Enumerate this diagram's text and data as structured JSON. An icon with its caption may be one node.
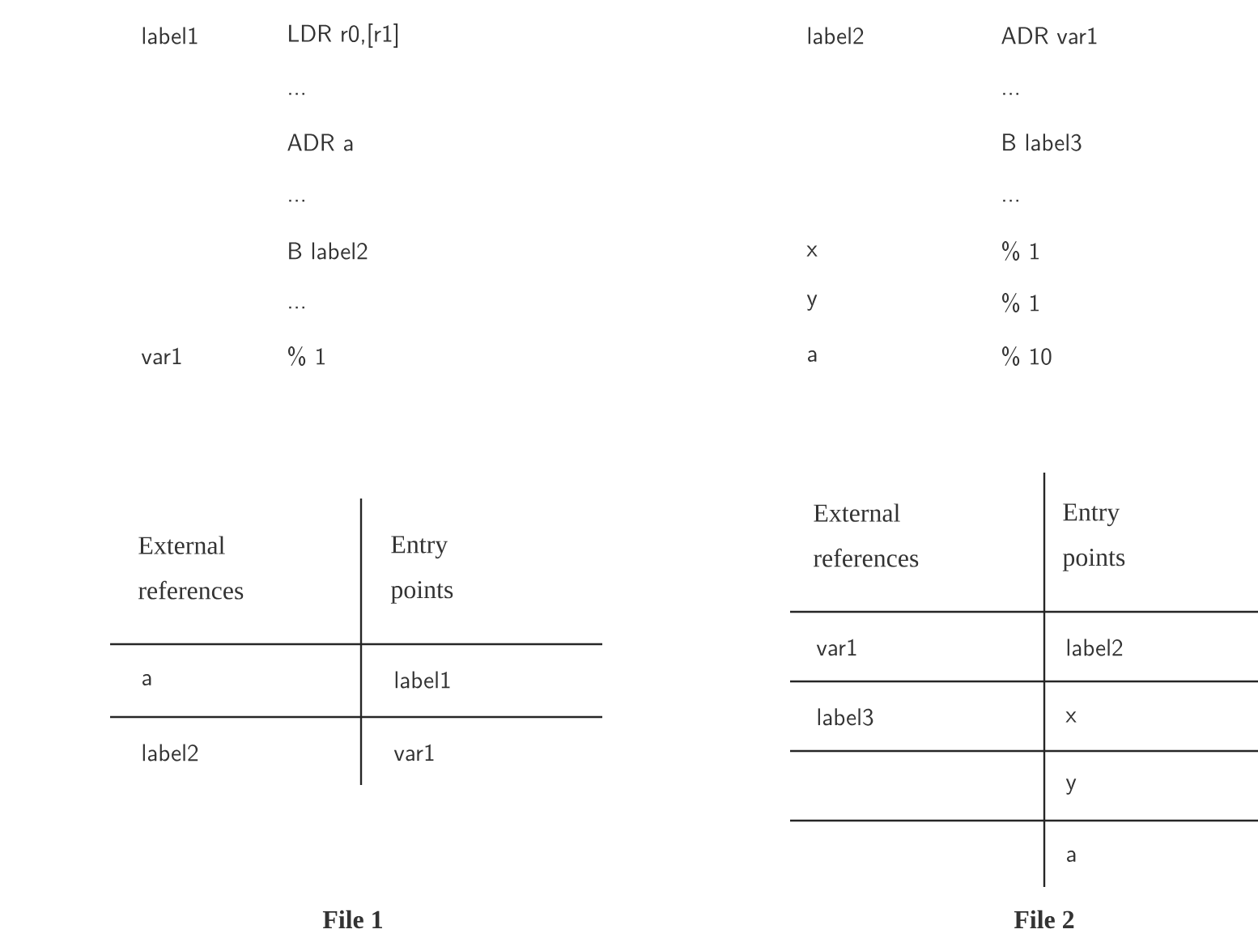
{
  "diagram": {
    "labels": [
      "label1",
      "LDR r0,[r1]",
      "...",
      "ADR a",
      "...",
      "B label2",
      "...",
      "var1",
      "%  1",
      "label2",
      "ADR var1",
      "...",
      "B label3",
      "...",
      "x",
      "%  1",
      "y",
      "%  1",
      "a",
      "%  10",
      "External references",
      "Entry points",
      "a",
      "label1",
      "label2",
      "var1",
      "External references",
      "Entry points",
      "var1",
      "label2",
      "label3",
      "x",
      "y",
      "a",
      "File 1",
      "File 2"
    ]
  }
}
